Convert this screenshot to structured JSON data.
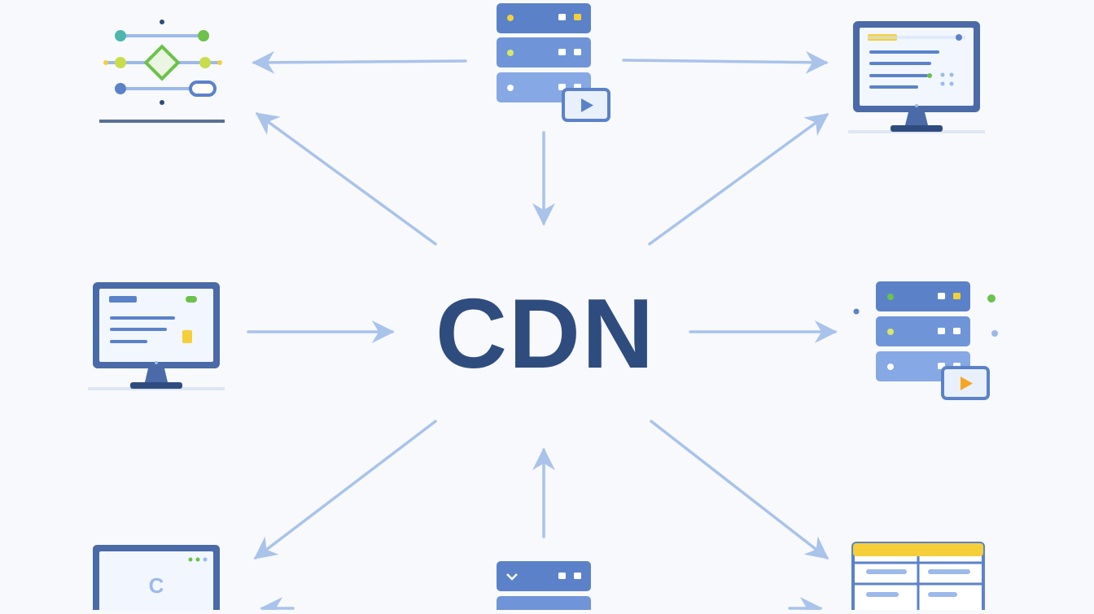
{
  "center": {
    "label": "CDN"
  },
  "nodes": [
    {
      "id": "timeline-top-left",
      "icon": "timeline-icon"
    },
    {
      "id": "server-top-center",
      "icon": "video-server-icon"
    },
    {
      "id": "monitor-top-right",
      "icon": "monitor-icon"
    },
    {
      "id": "monitor-mid-left",
      "icon": "monitor-icon"
    },
    {
      "id": "server-mid-right",
      "icon": "video-server-icon"
    },
    {
      "id": "browser-bottom-left",
      "icon": "browser-icon",
      "glyph": "C"
    },
    {
      "id": "server-bottom-center",
      "icon": "server-icon"
    },
    {
      "id": "table-bottom-right",
      "icon": "table-icon"
    }
  ],
  "colors": {
    "background": "#f7f9fc",
    "primary": "#2f4c7e",
    "server_blue": "#5b82c9",
    "light_blue": "#9cb9ea",
    "arrow": "#a9c3ea",
    "green": "#6cc24a",
    "yellow": "#f5cf3a",
    "teal": "#4db6ac"
  }
}
